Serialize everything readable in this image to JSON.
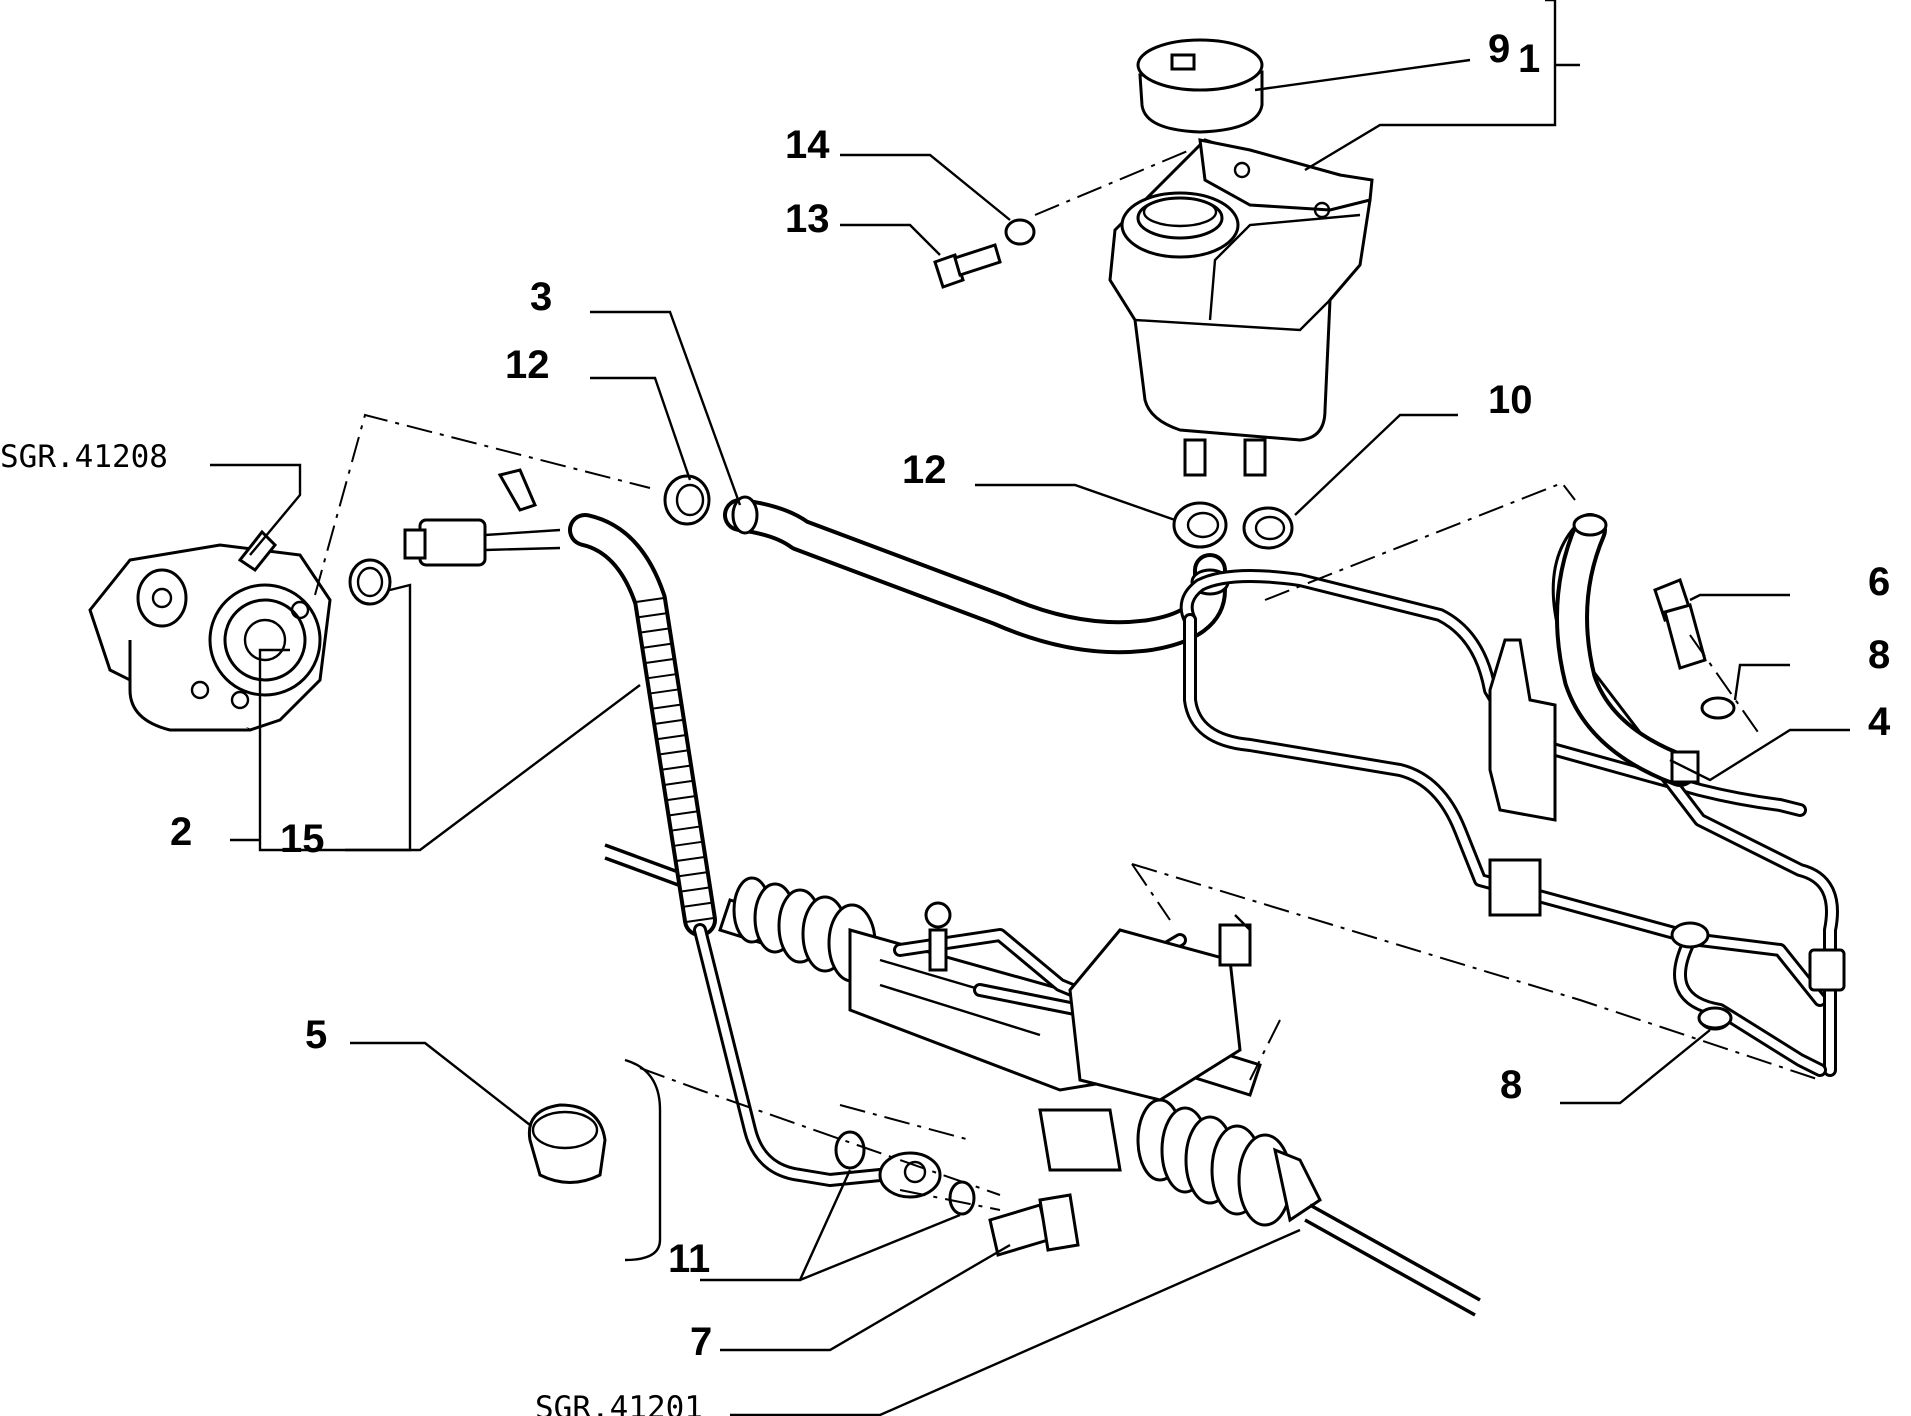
{
  "callouts": {
    "c1": "1",
    "c2": "2",
    "c3": "3",
    "c4": "4",
    "c5": "5",
    "c6": "6",
    "c7": "7",
    "c8a": "8",
    "c8b": "8",
    "c9": "9",
    "c10": "10",
    "c11": "11",
    "c12a": "12",
    "c12b": "12",
    "c13": "13",
    "c14": "14",
    "c15": "15"
  },
  "references": {
    "pump": "SGR.41208",
    "rack": "SGR.41201"
  }
}
